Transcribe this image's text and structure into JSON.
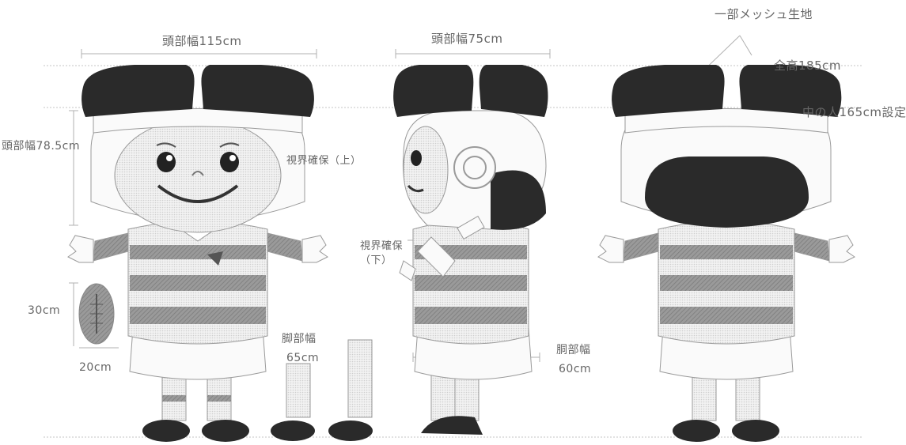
{
  "labels": {
    "head_width_front": "頭部幅115cm",
    "head_width_side": "頭部幅75cm",
    "partial_mesh": "一部メッシュ生地",
    "total_height": "全高185cm",
    "inner_person": "中の人165cm設定",
    "head_height": "頭部幅78.5cm",
    "vision_upper": "視界確保（上）",
    "vision_lower_1": "視界確保",
    "vision_lower_2": "（下）",
    "ball_height": "30cm",
    "ball_width": "20cm",
    "leg_width_label": "脚部幅",
    "leg_width_value": "65cm",
    "body_width_label": "胴部幅",
    "body_width_value": "60cm"
  },
  "colors": {
    "dark": "#2a2a2a",
    "stripe": "#8c8c8c",
    "skin": "#dcdcdc",
    "outline": "#9a9a9a",
    "guide": "#bbbbbb"
  }
}
